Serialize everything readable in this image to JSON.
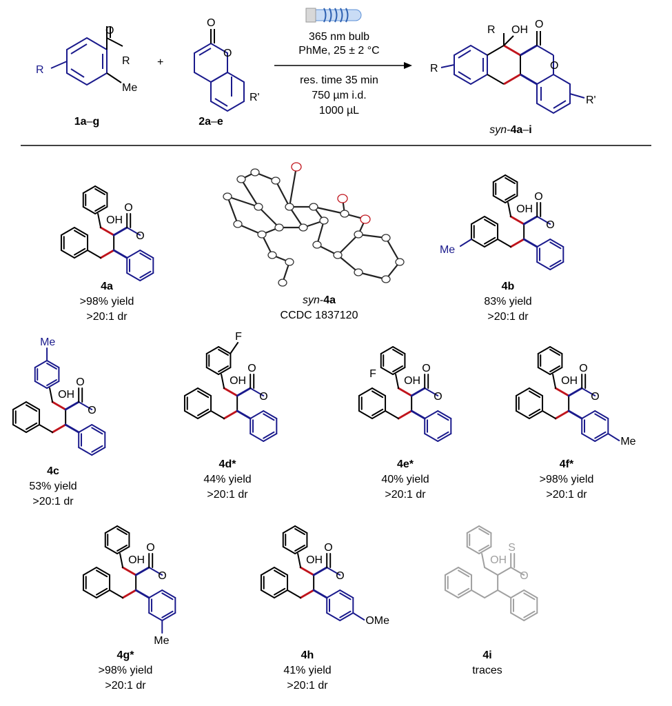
{
  "scheme": {
    "reactant1": {
      "label_bold": "1a",
      "label_dash": "–",
      "label_bold2": "g",
      "sub_R": "R",
      "sub_R2": "R",
      "sub_Me": "Me",
      "oxygen": "O"
    },
    "plus": "+",
    "reactant2": {
      "label_bold": "2a",
      "label_dash": "–",
      "label_bold2": "e",
      "sub_R": "R'",
      "oxygen_carbonyl": "O",
      "oxygen_ring": "O"
    },
    "conditions": [
      "365 nm bulb",
      "PhMe, 25 ± 2 °C",
      "res. time 35 min",
      "750 µm i.d.",
      "1000 µL"
    ],
    "product": {
      "label_italic": "syn",
      "label_dash": "-",
      "label_bold": "4a",
      "label_dash2": "–",
      "label_bold2": "i",
      "sub_R": "R",
      "sub_R2": "R",
      "sub_OH": "OH",
      "sub_Rprime": "R'",
      "oxygen_carbonyl": "O",
      "oxygen_ring": "O"
    }
  },
  "colors": {
    "blue": "#1a1a8c",
    "red": "#c0141c",
    "gray": "#a0a0a0",
    "black": "#000000",
    "lamp": "#5b8fd6"
  },
  "compounds": [
    {
      "id": "4a",
      "star": "",
      "yield": ">98% yield",
      "dr": ">20:1 dr",
      "oh": "OH",
      "o1": "O",
      "o2": "O"
    },
    {
      "id": "4b",
      "star": "",
      "yield": "83% yield",
      "dr": ">20:1 dr",
      "oh": "OH",
      "o1": "O",
      "o2": "O",
      "sub": "Me"
    },
    {
      "id": "4c",
      "star": "",
      "yield": "53% yield",
      "dr": ">20:1 dr",
      "oh": "OH",
      "o1": "O",
      "o2": "O",
      "sub": "Me"
    },
    {
      "id": "4d",
      "star": "*",
      "yield": "44% yield",
      "dr": ">20:1 dr",
      "oh": "OH",
      "o1": "O",
      "o2": "O",
      "sub": "F"
    },
    {
      "id": "4e",
      "star": "*",
      "yield": "40% yield",
      "dr": ">20:1 dr",
      "oh": "OH",
      "o1": "O",
      "o2": "O",
      "sub": "F"
    },
    {
      "id": "4f",
      "star": "*",
      "yield": ">98% yield",
      "dr": ">20:1 dr",
      "oh": "OH",
      "o1": "O",
      "o2": "O",
      "sub": "Me"
    },
    {
      "id": "4g",
      "star": "*",
      "yield": ">98% yield",
      "dr": ">20:1 dr",
      "oh": "OH",
      "o1": "O",
      "o2": "O",
      "sub": "Me"
    },
    {
      "id": "4h",
      "star": "",
      "yield": "41% yield",
      "dr": ">20:1 dr",
      "oh": "OH",
      "o1": "O",
      "o2": "O",
      "sub": "OMe"
    },
    {
      "id": "4i",
      "star": "",
      "yield": "traces",
      "dr": "",
      "oh": "OH",
      "o1": "S",
      "o2": "O"
    }
  ],
  "crystal": {
    "label_italic": "syn",
    "label_dash": "-",
    "label_bold": "4a",
    "ccdc": "CCDC 1837120"
  }
}
